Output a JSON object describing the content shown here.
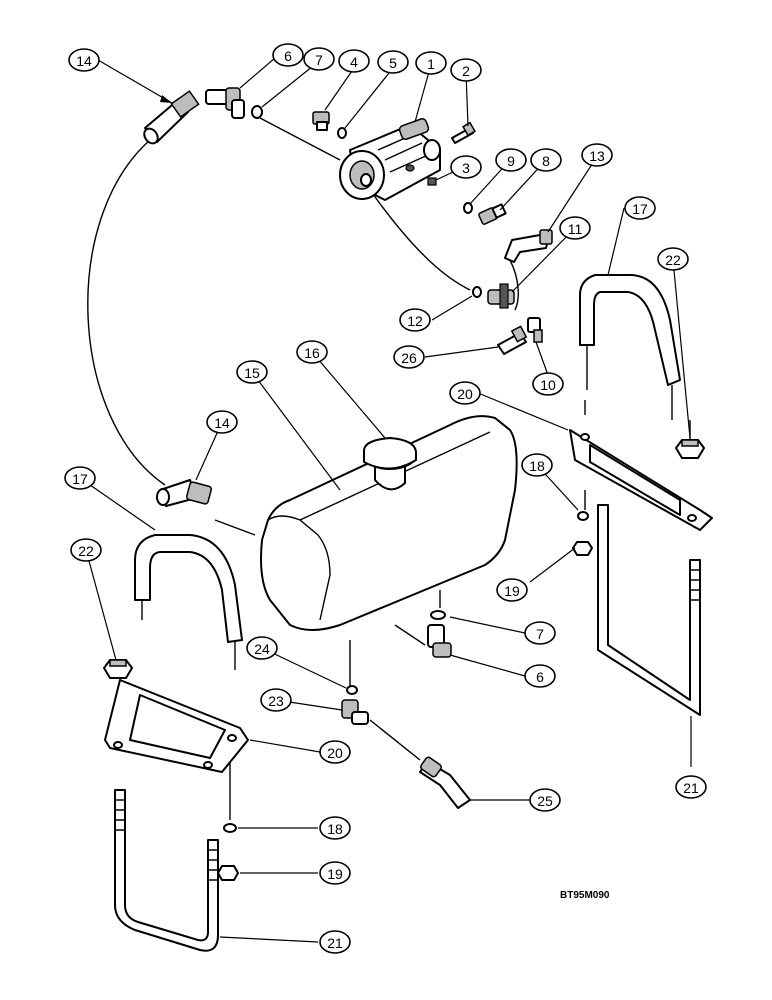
{
  "diagram_code": "BT95M090",
  "callouts": [
    {
      "label": "14"
    },
    {
      "label": "6"
    },
    {
      "label": "7"
    },
    {
      "label": "4"
    },
    {
      "label": "5"
    },
    {
      "label": "1"
    },
    {
      "label": "2"
    },
    {
      "label": "3"
    },
    {
      "label": "9"
    },
    {
      "label": "8"
    },
    {
      "label": "13"
    },
    {
      "label": "17"
    },
    {
      "label": "22"
    },
    {
      "label": "11"
    },
    {
      "label": "12"
    },
    {
      "label": "26"
    },
    {
      "label": "10"
    },
    {
      "label": "16"
    },
    {
      "label": "15"
    },
    {
      "label": "20"
    },
    {
      "label": "14"
    },
    {
      "label": "18"
    },
    {
      "label": "17"
    },
    {
      "label": "22"
    },
    {
      "label": "19"
    },
    {
      "label": "7"
    },
    {
      "label": "6"
    },
    {
      "label": "24"
    },
    {
      "label": "23"
    },
    {
      "label": "20"
    },
    {
      "label": "25"
    },
    {
      "label": "21"
    },
    {
      "label": "18"
    },
    {
      "label": "19"
    },
    {
      "label": "21"
    }
  ]
}
